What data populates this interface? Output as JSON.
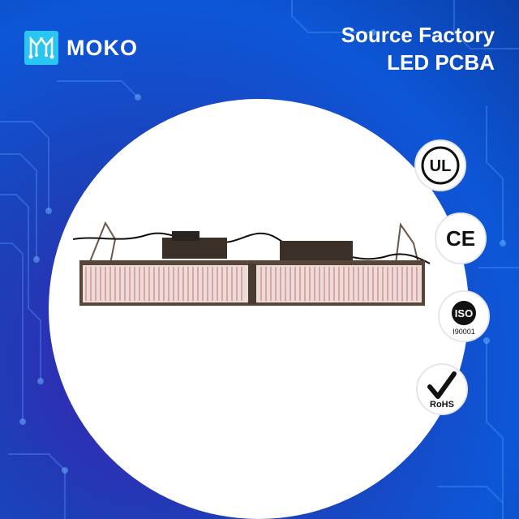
{
  "brand": {
    "name": "MOKO",
    "icon": "moko-logo-icon"
  },
  "tagline": {
    "line1": "Source Factory",
    "line2": "LED PCBA"
  },
  "product": {
    "icon": "led-grow-light-bar"
  },
  "certifications": [
    {
      "id": "ul",
      "label": "UL",
      "icon": "ul-certification-icon"
    },
    {
      "id": "ce",
      "label": "CE",
      "icon": "ce-certification-icon"
    },
    {
      "id": "iso",
      "label": "ISO",
      "sublabel": "I90001",
      "icon": "iso-certification-icon"
    },
    {
      "id": "rohs",
      "label": "RoHS",
      "icon": "rohs-certification-icon"
    }
  ],
  "colors": {
    "background": "#0d57d8",
    "accent_purple": "#3f1fb0",
    "logo_cyan": "#28c6f0",
    "text": "#ffffff"
  }
}
